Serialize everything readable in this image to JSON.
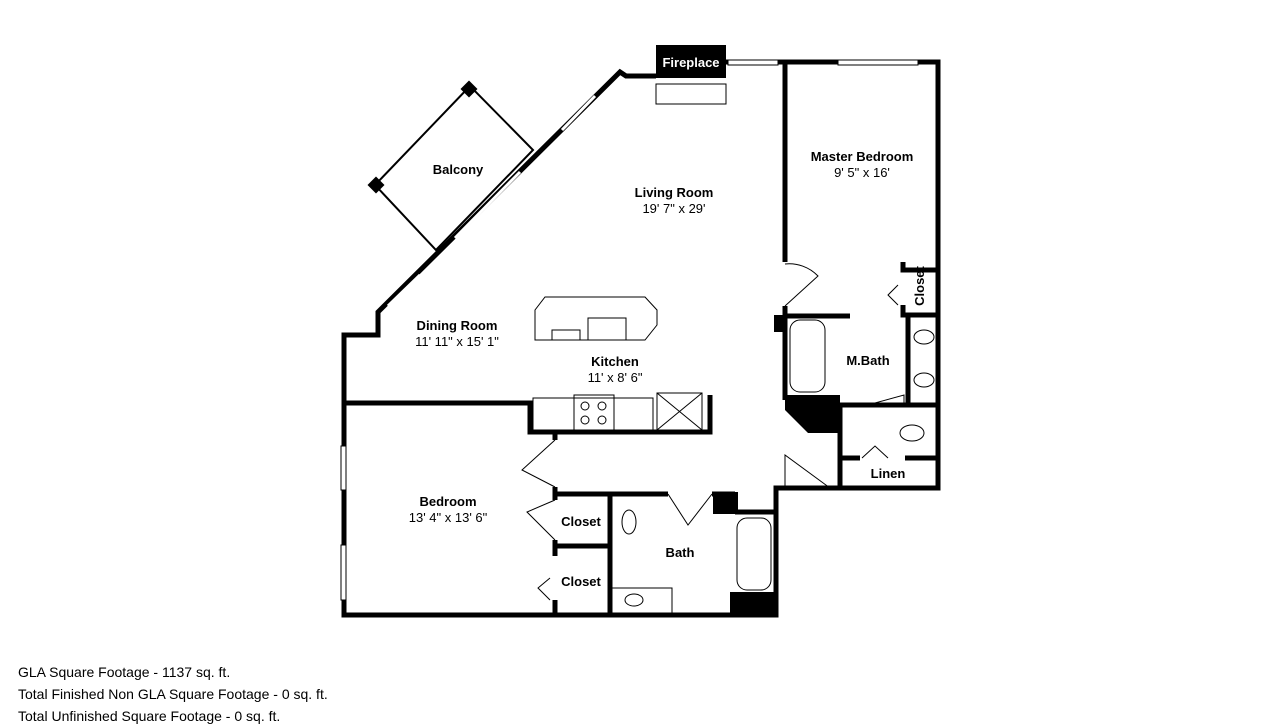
{
  "rooms": {
    "fireplace": {
      "name": "Fireplace"
    },
    "balcony": {
      "name": "Balcony"
    },
    "living": {
      "name": "Living Room",
      "dims": "19' 7\" x 29'"
    },
    "master": {
      "name": "Master Bedroom",
      "dims": "9' 5\" x 16'"
    },
    "master_closet": {
      "name": "Closet"
    },
    "mbath": {
      "name": "M.Bath"
    },
    "dining": {
      "name": "Dining Room",
      "dims": "11' 11\" x 15' 1\""
    },
    "kitchen": {
      "name": "Kitchen",
      "dims": "11' x 8' 6\""
    },
    "linen": {
      "name": "Linen"
    },
    "bedroom": {
      "name": "Bedroom",
      "dims": "13' 4\" x 13' 6\""
    },
    "closet1": {
      "name": "Closet"
    },
    "closet2": {
      "name": "Closet"
    },
    "bath": {
      "name": "Bath"
    }
  },
  "footer": {
    "gla": "GLA Square Footage - 1137 sq. ft.",
    "non_gla": "Total Finished Non GLA Square Footage - 0 sq. ft.",
    "unfinished": "Total Unfinished Square Footage - 0 sq. ft."
  }
}
